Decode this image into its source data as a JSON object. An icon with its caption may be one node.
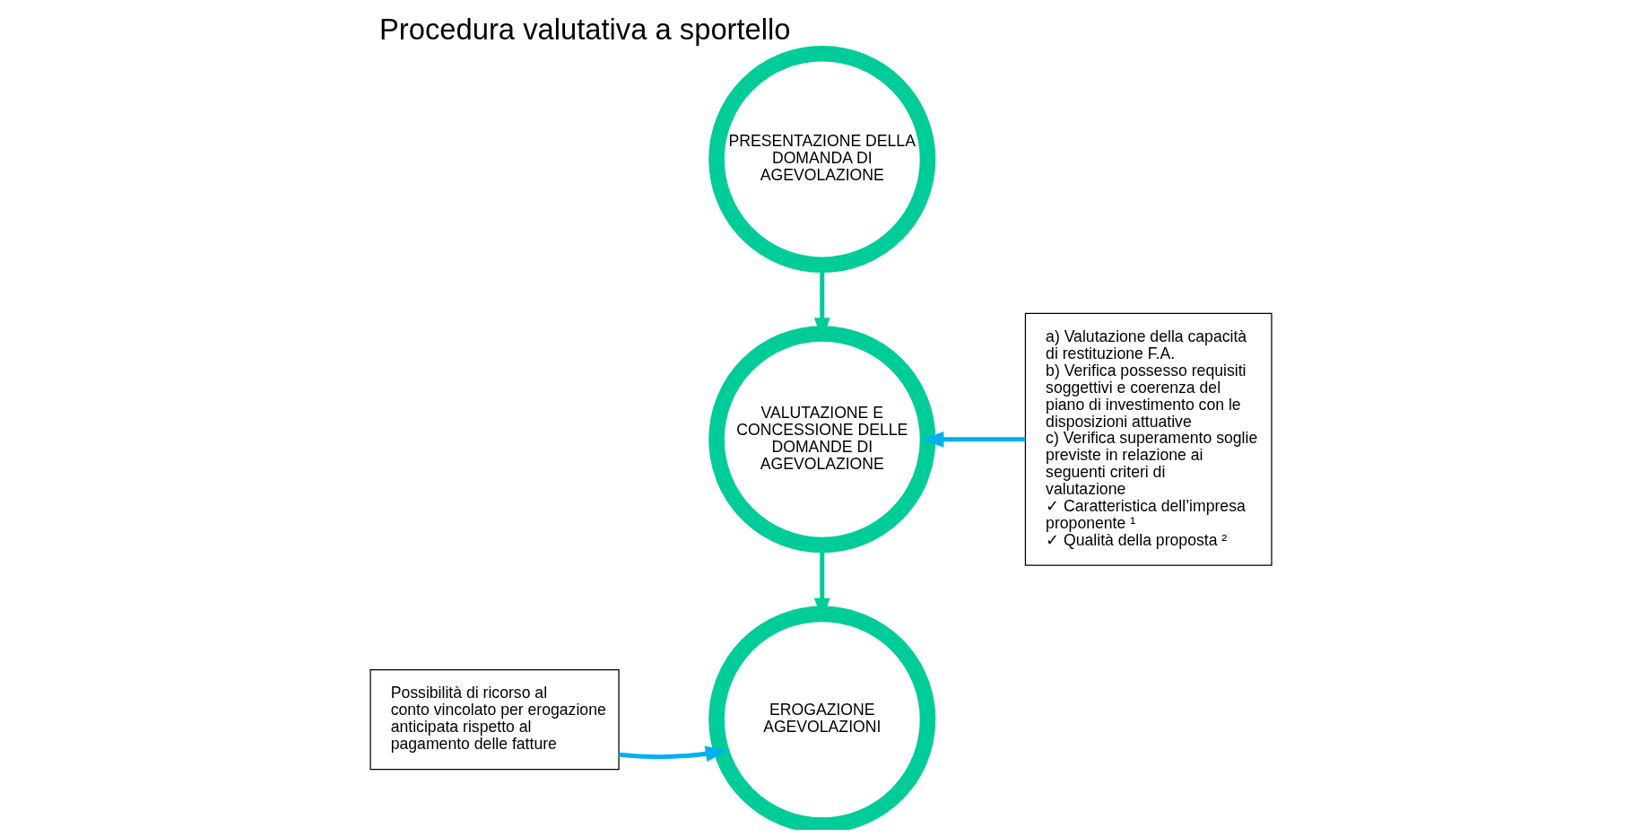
{
  "diagram": {
    "title": "Procedura valutativa a sportello",
    "nodes": [
      {
        "text": [
          "PRESENTAZIONE DELLA DOMANDA DI AGEVOLAZIONE"
        ]
      },
      {
        "text": [
          "VALUTAZIONE E CONCESSIONE DELLE DOMANDE DI AGEVOLAZIONE"
        ]
      },
      {
        "text": [
          "EROGAZIONE AGEVOLAZIONI"
        ]
      },
      {
        "text": [
          "a) Valutazione della capacità di restituzione F.A.",
          "b) Verifica possesso requisiti soggettivi e coerenza del piano di investimento con le disposizioni attuative",
          "c) Verifica superamento soglie previste in relazione ai seguenti criteri di valutazione",
          "✓ Caratteristica dell’impresa proponente ¹",
          "✓ Qualità della proposta ²"
        ]
      },
      {
        "text": [
          "Possibilità di ricorso al conto vincolato per erogazione anticipata rispetto al pagamento delle fatture"
        ]
      }
    ],
    "edges": [
      {
        "from": 0,
        "to": 1,
        "arrow": "to",
        "color": "#00cc99"
      },
      {
        "from": 1,
        "to": 2,
        "arrow": "to",
        "color": "#00cc99"
      },
      {
        "from": 3,
        "to": 1,
        "arrow": "to",
        "color": "#00b0f0"
      },
      {
        "from": 4,
        "to": 2,
        "arrow": "to",
        "color": "#00b0f0"
      }
    ]
  }
}
